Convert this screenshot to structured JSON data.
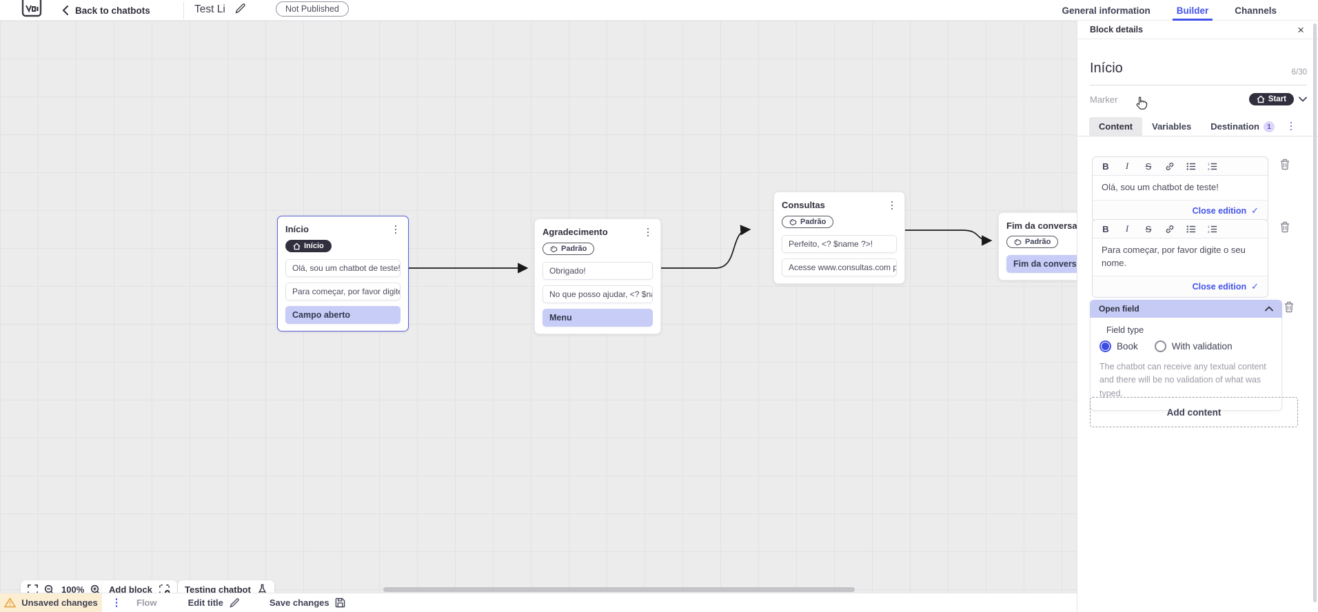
{
  "topbar": {
    "back_label": "Back to chatbots",
    "title": "Test Li",
    "status_badge": "Not Published",
    "tabs": [
      {
        "label": "General information",
        "active": false
      },
      {
        "label": "Builder",
        "active": true
      },
      {
        "label": "Channels",
        "active": false
      }
    ]
  },
  "canvas": {
    "blocks": [
      {
        "title": "Início",
        "badge": "Início",
        "items": [
          {
            "text": "Olá, sou um chatbot de teste!"
          },
          {
            "text": "Para começar, por favor digite o ..."
          },
          {
            "text": "Campo aberto"
          }
        ]
      },
      {
        "title": "Agradecimento",
        "badge": "Padrão",
        "items": [
          {
            "text": "Obrigado!"
          },
          {
            "text": "No que posso ajudar, <? $name ..."
          },
          {
            "text": "Menu"
          }
        ]
      },
      {
        "title": "Consultas",
        "badge": "Padrão",
        "items": [
          {
            "text": "Perfeito, <? $name ?>!"
          },
          {
            "text": "Acesse www.consultas.com par..."
          }
        ]
      },
      {
        "title": "Fim da conversa",
        "badge": "Padrão",
        "items": [
          {
            "text": "Fim da conversa"
          }
        ]
      }
    ],
    "controls": {
      "zoom_level": "100%",
      "add_block_label": "Add block",
      "testing_label": "Testing chatbot"
    }
  },
  "panel": {
    "header": "Block details",
    "block_name": "Início",
    "name_counter": "6/30",
    "marker_label": "Marker",
    "marker_value": "Start",
    "tabs": [
      {
        "label": "Content",
        "active": true
      },
      {
        "label": "Variables",
        "active": false
      },
      {
        "label": "Destination",
        "badge": "1",
        "active": false
      }
    ],
    "toolbar": {
      "bold": "B",
      "italic": "I",
      "strike": "S"
    },
    "editors": [
      {
        "text": "Olá, sou um chatbot de teste!",
        "close_label": "Close edition",
        "check": "✓"
      },
      {
        "text": "Para começar, por favor digite o seu nome.",
        "close_label": "Close edition",
        "check": "✓"
      }
    ],
    "open_field": {
      "title": "Open field",
      "field_type_label": "Field type",
      "options": [
        {
          "label": "Book",
          "selected": true
        },
        {
          "label": "With validation",
          "selected": false
        }
      ],
      "helper": "The chatbot can receive any textual content and there will be no validation of what was typed."
    },
    "add_content_label": "Add content"
  },
  "bottombar": {
    "unsaved_label": "Unsaved changes",
    "flow_label": "Flow",
    "edit_title_label": "Edit title",
    "save_label": "Save changes"
  },
  "icons": {
    "close": "×",
    "chevron_back": "‹"
  }
}
